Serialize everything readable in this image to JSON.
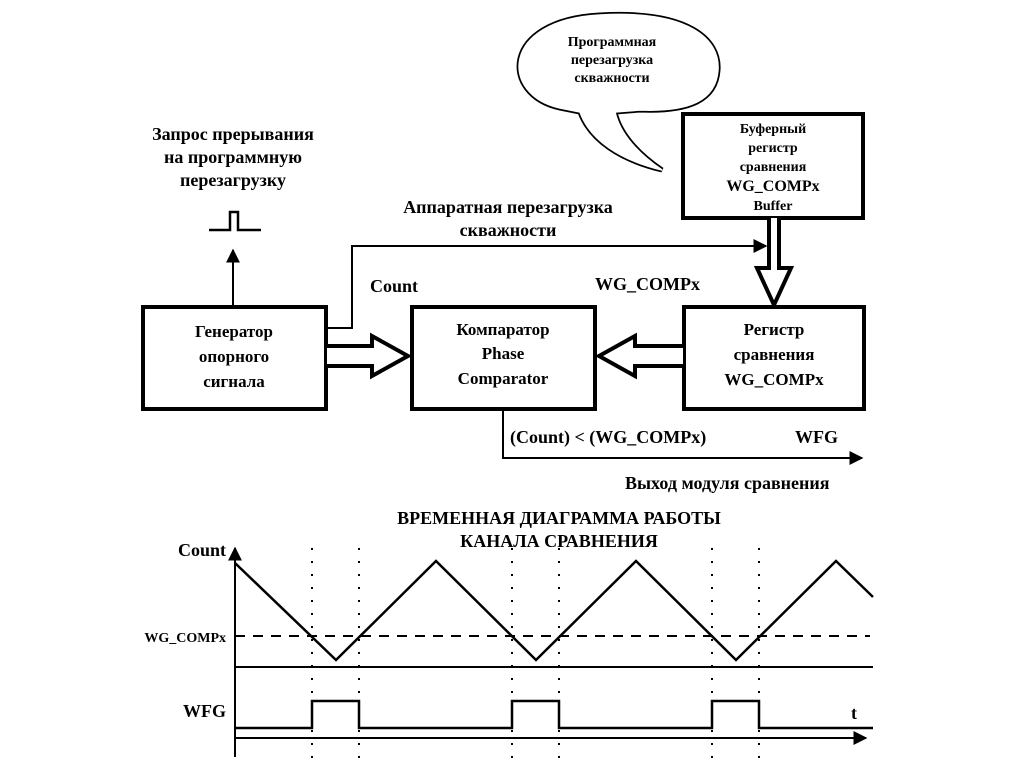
{
  "bubble": {
    "lines": [
      "Программная",
      "перезагрузка",
      "скважности"
    ]
  },
  "buffer_register": {
    "lines": [
      "Буферный",
      "регистр",
      "сравнения",
      "WG_COMPx",
      "Buffer"
    ]
  },
  "interrupt_request": {
    "lines": [
      "Запрос прерывания",
      "на программную",
      "перезагрузку"
    ]
  },
  "hardware_reload": {
    "lines": [
      "Аппаратная перезагрузка",
      "скважности"
    ]
  },
  "labels": {
    "count": "Count",
    "wg_compx": "WG_COMPx",
    "condition": "(Count) < (WG_COMPx)",
    "wfg": "WFG",
    "output": "Выход модуля сравнения"
  },
  "generator": {
    "lines": [
      "Генератор",
      "опорного",
      "сигнала"
    ]
  },
  "comparator": {
    "lines": [
      "Компаратор",
      "Phase",
      "Comparator"
    ]
  },
  "compare_register": {
    "lines": [
      "Регистр",
      "сравнения",
      "WG_COMPx"
    ]
  },
  "timing": {
    "title_lines": [
      "ВРЕМЕННАЯ ДИАГРАММА РАБОТЫ",
      "КАНАЛА СРАВНЕНИЯ"
    ],
    "y_label_count": "Count",
    "y_label_threshold": "WG_COMPx",
    "y_label_wfg": "WFG",
    "x_label": "t",
    "threshold_fraction": 0.27,
    "count_waveform": "triangle",
    "peaks": 3,
    "valleys": 3
  }
}
